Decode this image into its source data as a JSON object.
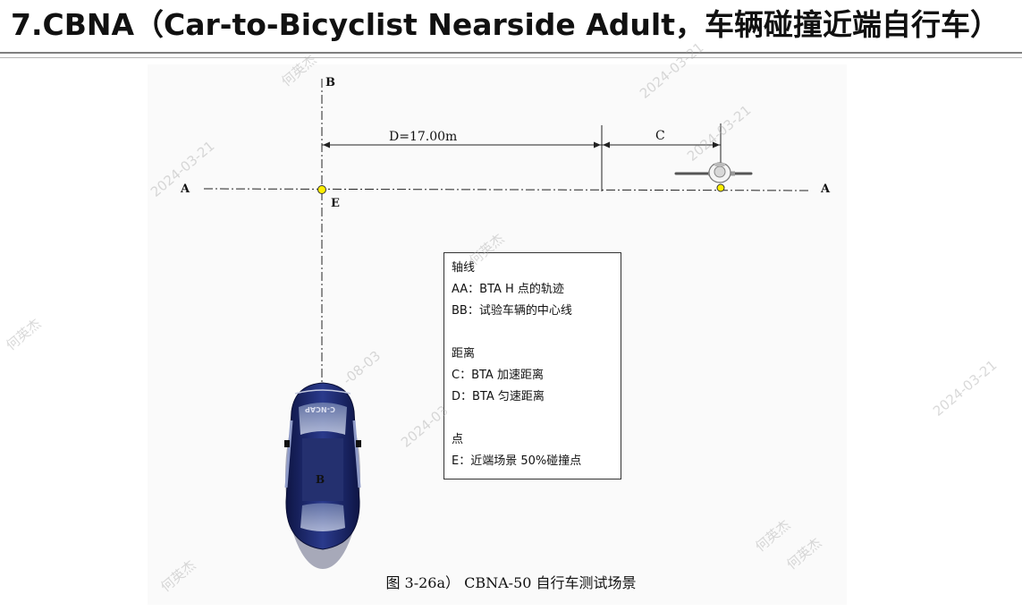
{
  "header": {
    "title": "7.CBNA（Car-to-Bicyclist Nearside Adult，车辆碰撞近端自行车）"
  },
  "diagram": {
    "labels": {
      "b_top": "B",
      "a_left": "A",
      "a_right": "A",
      "e_point": "E",
      "d_distance": "D=17.00m",
      "c_distance": "C",
      "car_b": "B",
      "car_brand": "C-NCAP"
    },
    "legend": {
      "axis_heading": "轴线",
      "axis_aa": "AA：BTA H 点的轨迹",
      "axis_bb": "BB：试验车辆的中心线",
      "distance_heading": "距离",
      "distance_c": "C：BTA  加速距离",
      "distance_d": "D：BTA  匀速距离",
      "point_heading": "点",
      "point_e": "E：近端场景 50%碰撞点"
    },
    "caption": "图 3-26a）   CBNA-50 自行车测试场景",
    "colors": {
      "car_body": "#1f2a6b",
      "collision_point": "#ffee00"
    }
  },
  "watermarks": {
    "date": "2024-03-21",
    "name": "何英杰",
    "date_partial": "-08-03",
    "date_partial2": "2024-03"
  }
}
